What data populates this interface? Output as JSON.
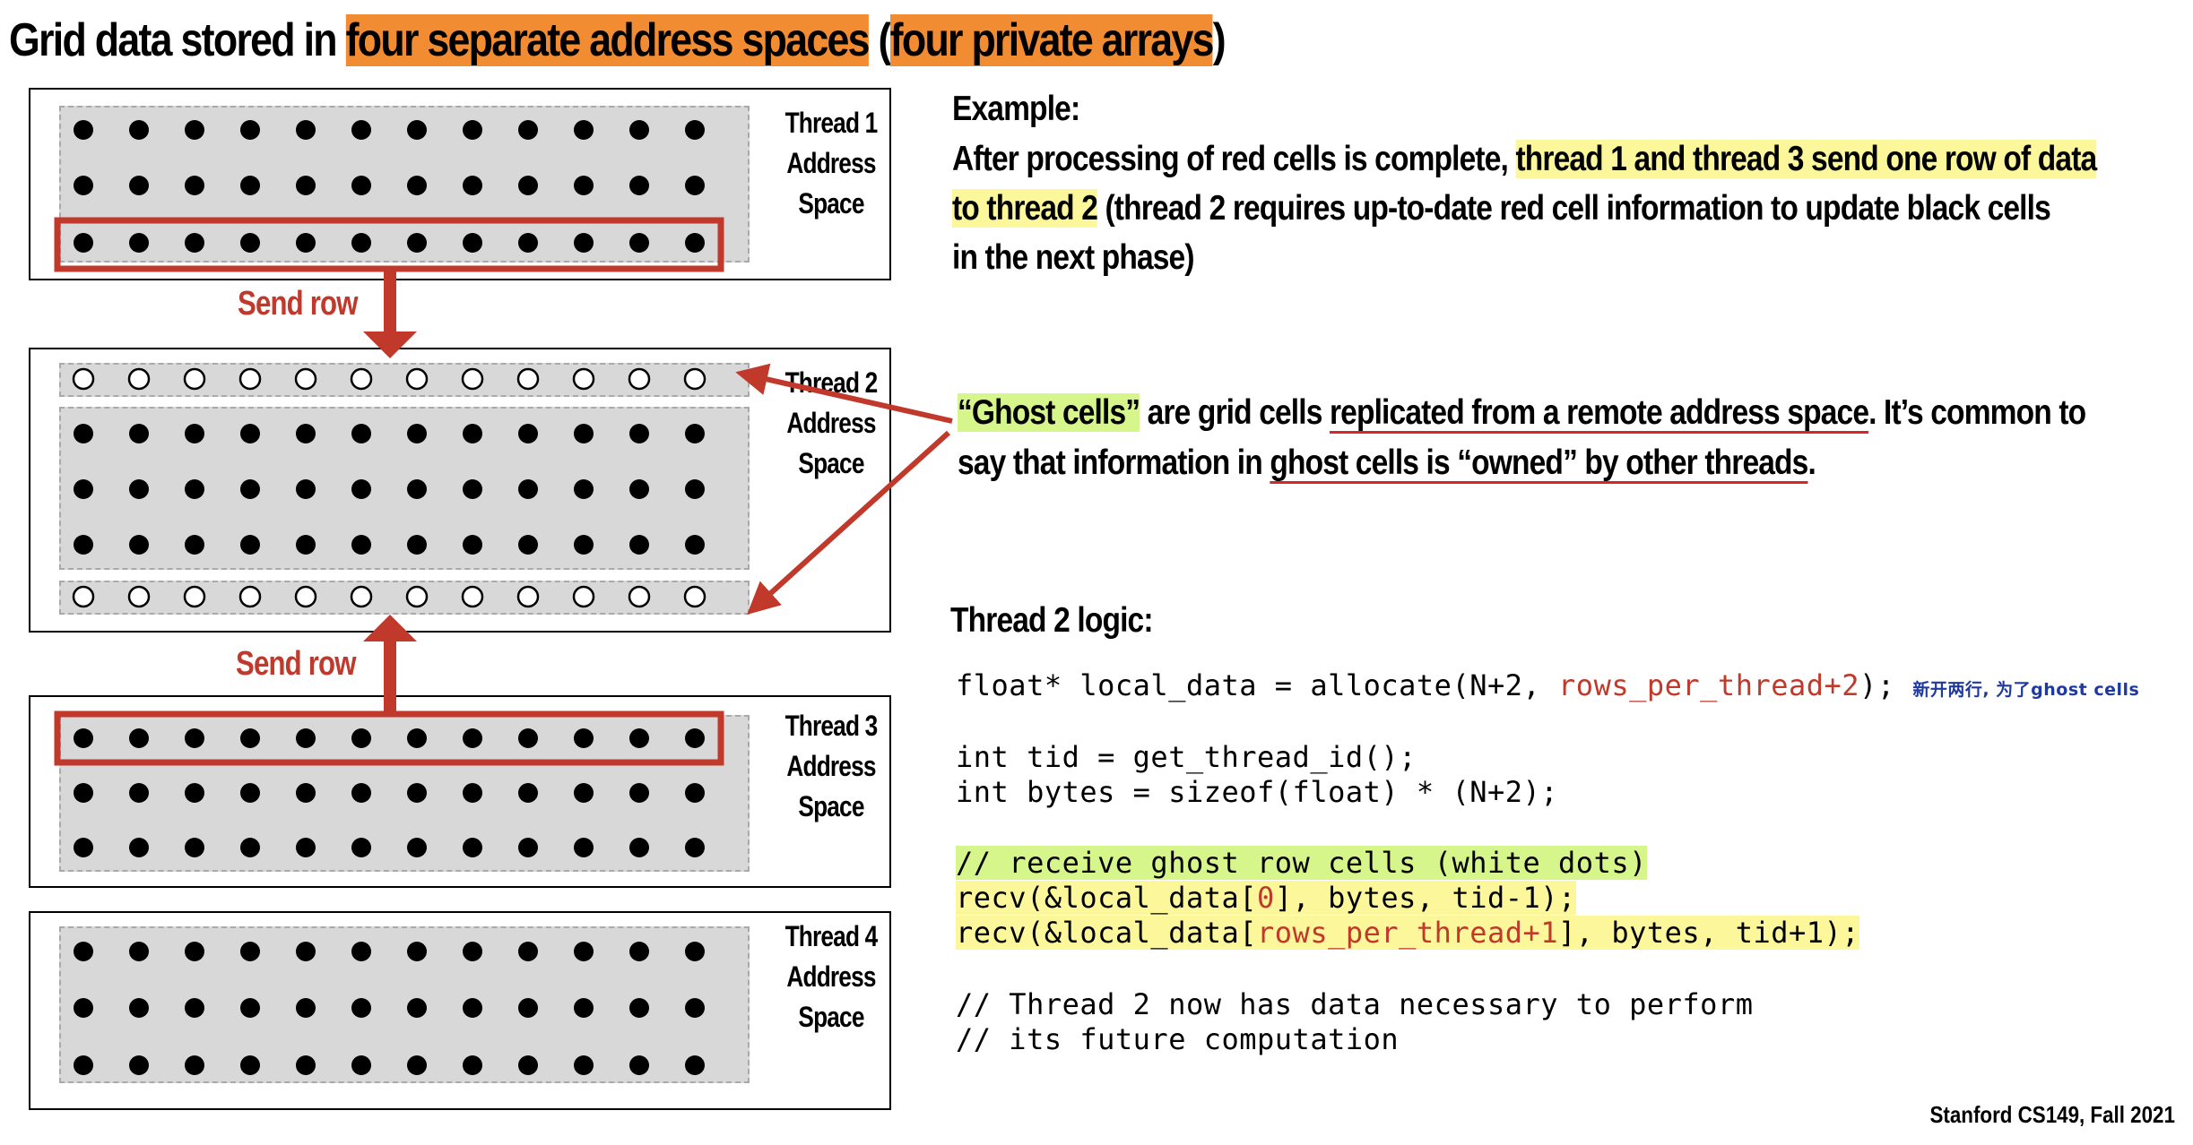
{
  "title": {
    "part1": "Grid data stored in ",
    "highlight1": "four separate address spaces",
    "part2": " (",
    "highlight2": "four private arrays",
    "part3": ")"
  },
  "threads": [
    {
      "label_line1": "Thread 1",
      "label_line2": "Address",
      "label_line3": "Space"
    },
    {
      "label_line1": "Thread 2",
      "label_line2": "Address",
      "label_line3": "Space"
    },
    {
      "label_line1": "Thread 3",
      "label_line2": "Address",
      "label_line3": "Space"
    },
    {
      "label_line1": "Thread 4",
      "label_line2": "Address",
      "label_line3": "Space"
    }
  ],
  "send_row_label": "Send row",
  "example": {
    "heading": "Example:",
    "line1_a": "After processing of red cells is complete, ",
    "line1_hl": "thread 1 and thread 3 send one row of data",
    "line2_hl": "to thread 2",
    "line2_b": " (thread 2 requires up-to-date red cell information to update black cells",
    "line3": "in the next phase)"
  },
  "ghost": {
    "term": "“Ghost cells”",
    "a": " are grid cells ",
    "underline1": "replicated from a remote address space",
    "b": ".  It’s common to",
    "c": "say that information in ",
    "underline2": "ghost cells is “owned” by other threads",
    "d": "."
  },
  "logic": {
    "heading": "Thread 2 logic:",
    "l1_a": "float* local_data = allocate(N+2, ",
    "l1_red": "rows_per_thread+2",
    "l1_b": ");",
    "l1_note": "新开两行, 为了ghost cells",
    "l2": "int tid = get_thread_id();",
    "l3": "int bytes = sizeof(float) * (N+2);",
    "l4": "// receive ghost row cells (white dots)",
    "l5_a": "recv(&local_data[",
    "l5_red": "0",
    "l5_b": "], bytes, tid-1);",
    "l6_a": "recv(&local_data[",
    "l6_red": "rows_per_thread+1",
    "l6_b": "], bytes, tid+1);",
    "l7": "// Thread 2 now has data necessary to perform",
    "l8": "// its future computation"
  },
  "footer": "Stanford CS149, Fall 2021",
  "colors": {
    "highlight_orange": "#f28c32",
    "highlight_yellow": "#fbf79a",
    "highlight_green": "#d6f58a",
    "arrow_red": "#c0392b"
  }
}
